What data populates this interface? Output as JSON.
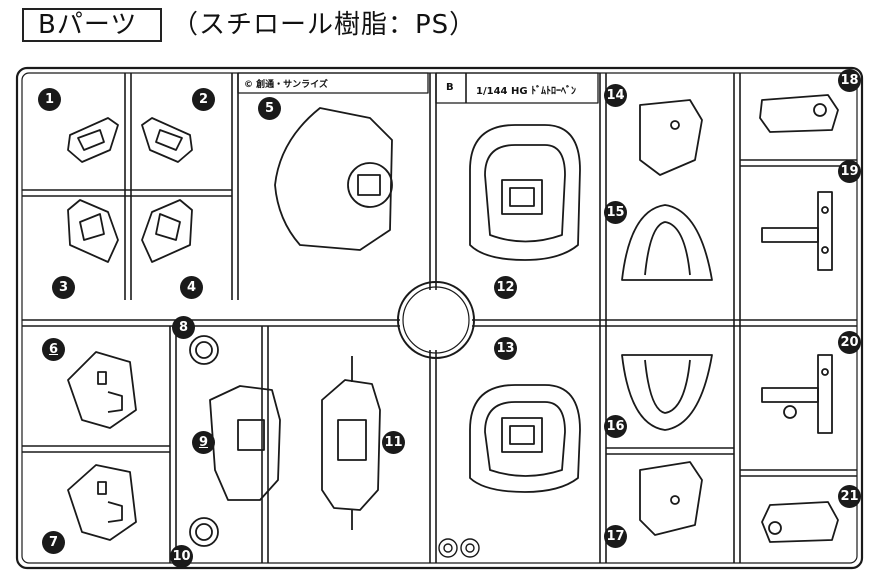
{
  "header": {
    "title": "Bパーツ",
    "subtitle": "（スチロール樹脂：PS）"
  },
  "runner": {
    "copyright": "© 創通・サンライズ",
    "letter_tag": "B",
    "kit_tag": "1/144 HG ﾄﾞﾑﾄﾛｰﾍﾞﾝ"
  },
  "parts": [
    "1",
    "2",
    "3",
    "4",
    "5",
    "6",
    "7",
    "8",
    "9",
    "10",
    "11",
    "12",
    "13",
    "14",
    "15",
    "16",
    "17",
    "18",
    "19",
    "20",
    "21"
  ],
  "colors": {
    "ink": "#1a1a1a",
    "paper": "#ffffff"
  }
}
